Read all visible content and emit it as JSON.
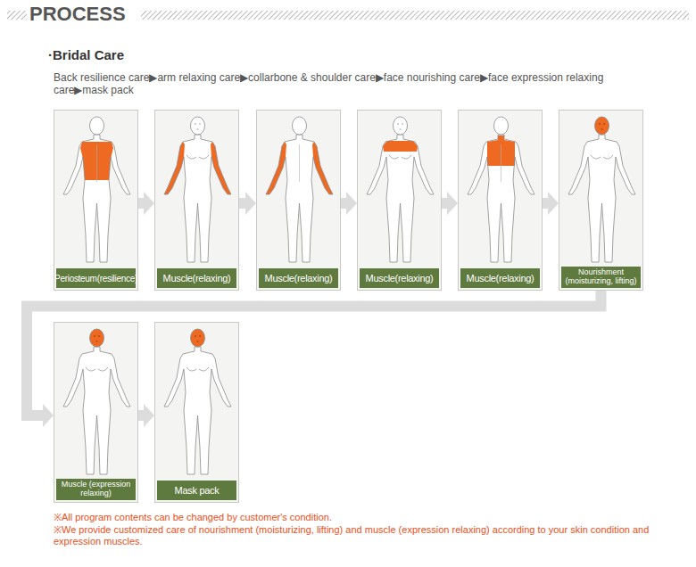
{
  "diagram": {
    "title": "PROCESS",
    "nodes": [
      {
        "text": [
          "Periosteum(resilience)"
        ]
      },
      {
        "text": [
          "Muscle(relaxing)"
        ]
      },
      {
        "text": [
          "Muscle(relaxing)"
        ]
      },
      {
        "text": [
          "Muscle(relaxing)"
        ]
      },
      {
        "text": [
          "Muscle(relaxing)"
        ]
      },
      {
        "text": [
          "Nourishment (moisturizing, lifting)"
        ]
      },
      {
        "text": [
          "Muscle (expression relaxing)"
        ]
      },
      {
        "text": [
          "Mask pack"
        ]
      }
    ],
    "edges": [
      {
        "from": 0,
        "to": 1,
        "arrow": "to"
      },
      {
        "from": 1,
        "to": 2,
        "arrow": "to"
      },
      {
        "from": 2,
        "to": 3,
        "arrow": "to"
      },
      {
        "from": 3,
        "to": 4,
        "arrow": "to"
      },
      {
        "from": 4,
        "to": 5,
        "arrow": "to"
      },
      {
        "from": 5,
        "to": 6,
        "arrow": "to"
      },
      {
        "from": 6,
        "to": 7,
        "arrow": "to"
      }
    ],
    "labels": [
      "·Bridal Care",
      "Back resilience care▶arm relaxing care▶collarbone & shoulder care▶face nourishing care▶face expression relaxing care▶mask pack",
      "※All program contents can be changed by customer's condition.",
      "※We provide customized care of nourishment (moisturizing, lifting) and muscle (expression relaxing) according to your skin condition and expression muscles."
    ]
  }
}
